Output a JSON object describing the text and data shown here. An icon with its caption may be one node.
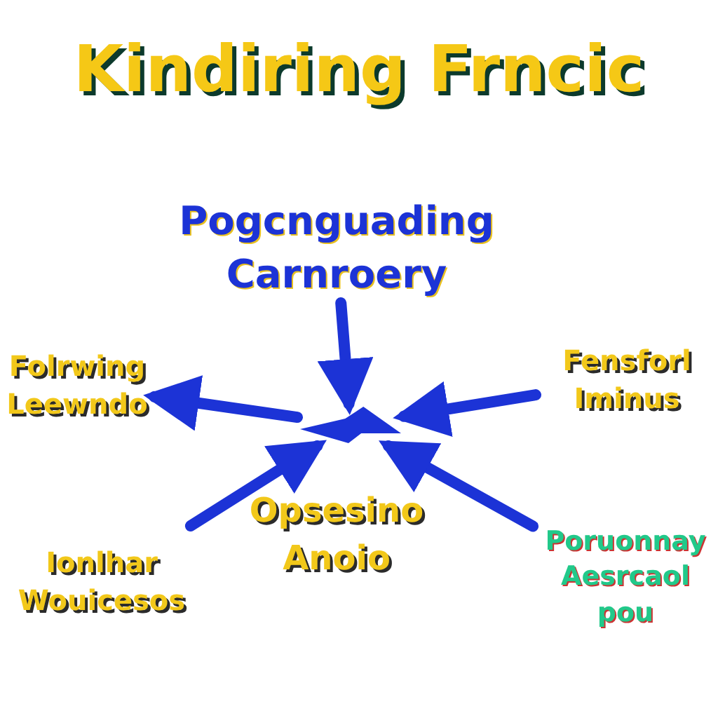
{
  "diagram": {
    "title": "Kindiring Frncic",
    "nodes": [
      {
        "text": [
          "Pogcnguading Carnroery"
        ]
      },
      {
        "text": [
          "Folrwing Leewndo"
        ]
      },
      {
        "text": [
          "Fensforl Iminus"
        ]
      },
      {
        "text": [],
        "shape": "arrow"
      },
      {
        "text": [
          "Ionlhar Wouicesos"
        ]
      },
      {
        "text": [
          "Poruonnay Aesrcaol pou"
        ]
      }
    ],
    "edges": [
      {
        "from": 0,
        "to": 3,
        "arrow": "to"
      },
      {
        "from": 3,
        "to": 1,
        "arrow": "to"
      },
      {
        "from": 2,
        "to": 3,
        "arrow": "to"
      },
      {
        "from": 4,
        "to": 3,
        "arrow": "to"
      },
      {
        "from": 5,
        "to": 3,
        "arrow": "to"
      }
    ],
    "labels": [
      "Opsesino Anoio"
    ]
  }
}
